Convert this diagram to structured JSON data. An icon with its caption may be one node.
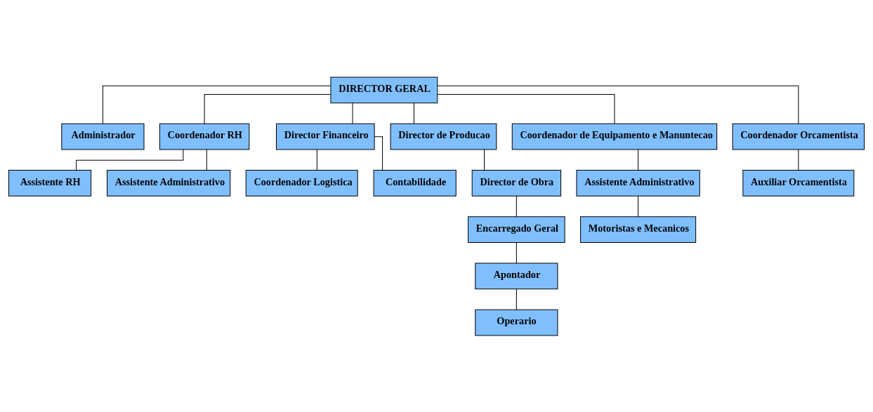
{
  "diagram": {
    "nodes": [
      {
        "text": [
          "DIRECTOR GERAL"
        ]
      },
      {
        "text": [
          "Administrador"
        ]
      },
      {
        "text": [
          "Coordenador RH"
        ]
      },
      {
        "text": [
          "Director Financeiro"
        ]
      },
      {
        "text": [
          "Director de Producao"
        ]
      },
      {
        "text": [
          "Coordenador de Equipamento e Manuntecao"
        ]
      },
      {
        "text": [
          "Coordenador Orcamentista"
        ]
      },
      {
        "text": [
          "Assistente RH"
        ]
      },
      {
        "text": [
          "Assistente Administrativo"
        ]
      },
      {
        "text": [
          "Coordenador Logistica"
        ]
      },
      {
        "text": [
          "Contabilidade"
        ]
      },
      {
        "text": [
          "Director de Obra"
        ]
      },
      {
        "text": [
          "Encarregado Geral"
        ]
      },
      {
        "text": [
          "Apontador"
        ]
      },
      {
        "text": [
          "Operario"
        ]
      },
      {
        "text": [
          "Assistente Administrativo"
        ]
      },
      {
        "text": [
          "Motoristas e Mecanicos"
        ]
      },
      {
        "text": [
          "Auxiliar Orcamentista"
        ]
      }
    ],
    "edges": [
      {
        "from": 0,
        "to": 1,
        "arrow": "none"
      },
      {
        "from": 0,
        "to": 2,
        "arrow": "none"
      },
      {
        "from": 0,
        "to": 3,
        "arrow": "none"
      },
      {
        "from": 0,
        "to": 4,
        "arrow": "none"
      },
      {
        "from": 0,
        "to": 5,
        "arrow": "none"
      },
      {
        "from": 0,
        "to": 6,
        "arrow": "none"
      },
      {
        "from": 2,
        "to": 7,
        "arrow": "none"
      },
      {
        "from": 2,
        "to": 8,
        "arrow": "none"
      },
      {
        "from": 3,
        "to": 9,
        "arrow": "none"
      },
      {
        "from": 3,
        "to": 10,
        "arrow": "none"
      },
      {
        "from": 4,
        "to": 11,
        "arrow": "none"
      },
      {
        "from": 11,
        "to": 12,
        "arrow": "none"
      },
      {
        "from": 12,
        "to": 13,
        "arrow": "none"
      },
      {
        "from": 13,
        "to": 14,
        "arrow": "none"
      },
      {
        "from": 5,
        "to": 15,
        "arrow": "none"
      },
      {
        "from": 15,
        "to": 16,
        "arrow": "none"
      },
      {
        "from": 6,
        "to": 17,
        "arrow": "none"
      }
    ]
  }
}
